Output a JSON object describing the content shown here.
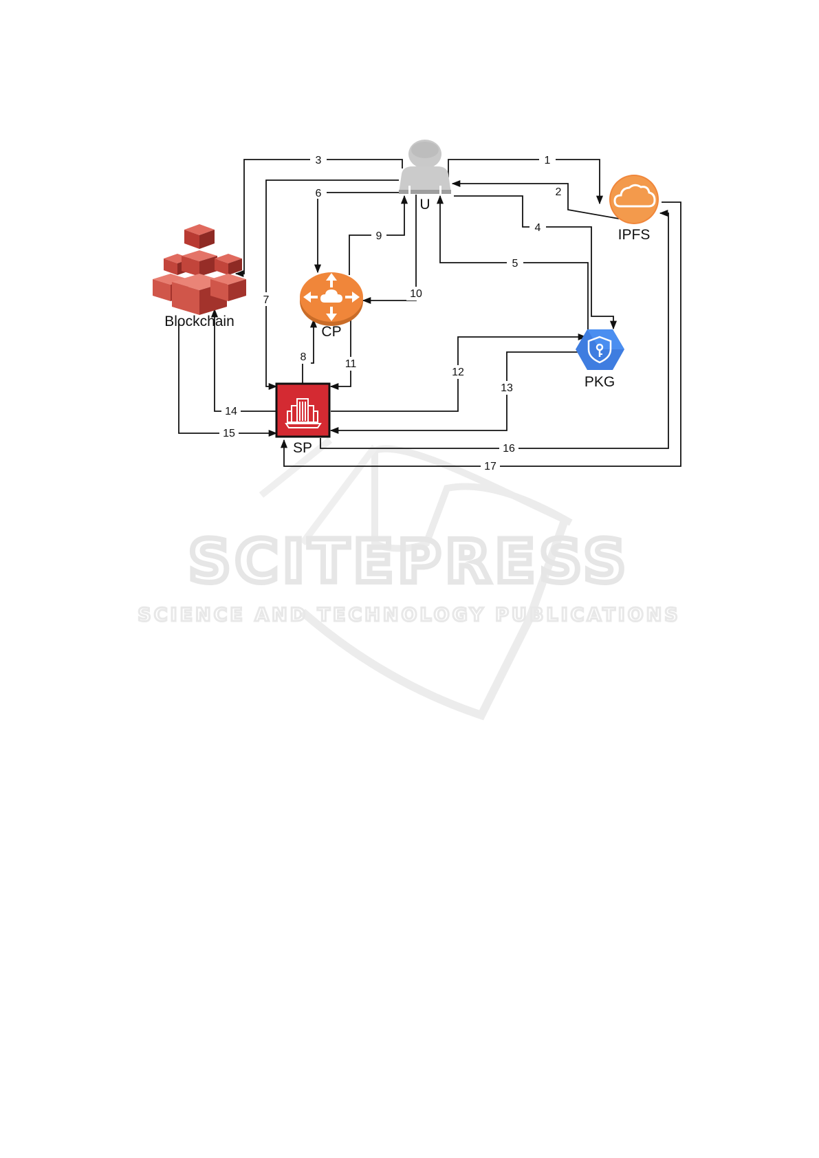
{
  "watermark": {
    "title": "SCITEPRESS",
    "subtitle": "SCIENCE AND TECHNOLOGY PUBLICATIONS"
  },
  "nodes": {
    "user": "U",
    "ipfs": "IPFS",
    "blockchain": "Blockchain",
    "cp": "CP",
    "pkg": "PKG",
    "sp": "SP"
  },
  "edges": [
    {
      "label": "1",
      "from": "U",
      "to": "IPFS"
    },
    {
      "label": "2",
      "from": "IPFS",
      "to": "U"
    },
    {
      "label": "3",
      "from": "U",
      "to": "Blockchain"
    },
    {
      "label": "4",
      "from": "U",
      "to": "PKG"
    },
    {
      "label": "5",
      "from": "PKG",
      "to": "U"
    },
    {
      "label": "6",
      "from": "U",
      "to": "CP"
    },
    {
      "label": "7",
      "from": "U",
      "to": "SP"
    },
    {
      "label": "8",
      "from": "SP",
      "to": "CP"
    },
    {
      "label": "9",
      "from": "CP",
      "to": "U"
    },
    {
      "label": "10",
      "from": "U",
      "to": "CP"
    },
    {
      "label": "11",
      "from": "CP",
      "to": "SP"
    },
    {
      "label": "12",
      "from": "SP",
      "to": "PKG"
    },
    {
      "label": "13",
      "from": "PKG",
      "to": "SP"
    },
    {
      "label": "14",
      "from": "SP",
      "to": "Blockchain"
    },
    {
      "label": "15",
      "from": "Blockchain",
      "to": "SP"
    },
    {
      "label": "16",
      "from": "SP",
      "to": "IPFS"
    },
    {
      "label": "17",
      "from": "IPFS",
      "to": "SP"
    }
  ],
  "colors": {
    "line": "#111111",
    "user_gray": "#c8c8c8",
    "ipfs_orange": "#f0863a",
    "cp_orange": "#f0863a",
    "pkg_blue": "#4a86e8",
    "sp_red": "#d42a32",
    "blockchain_red": "#d9534a",
    "watermark": "#e6e6e6"
  }
}
